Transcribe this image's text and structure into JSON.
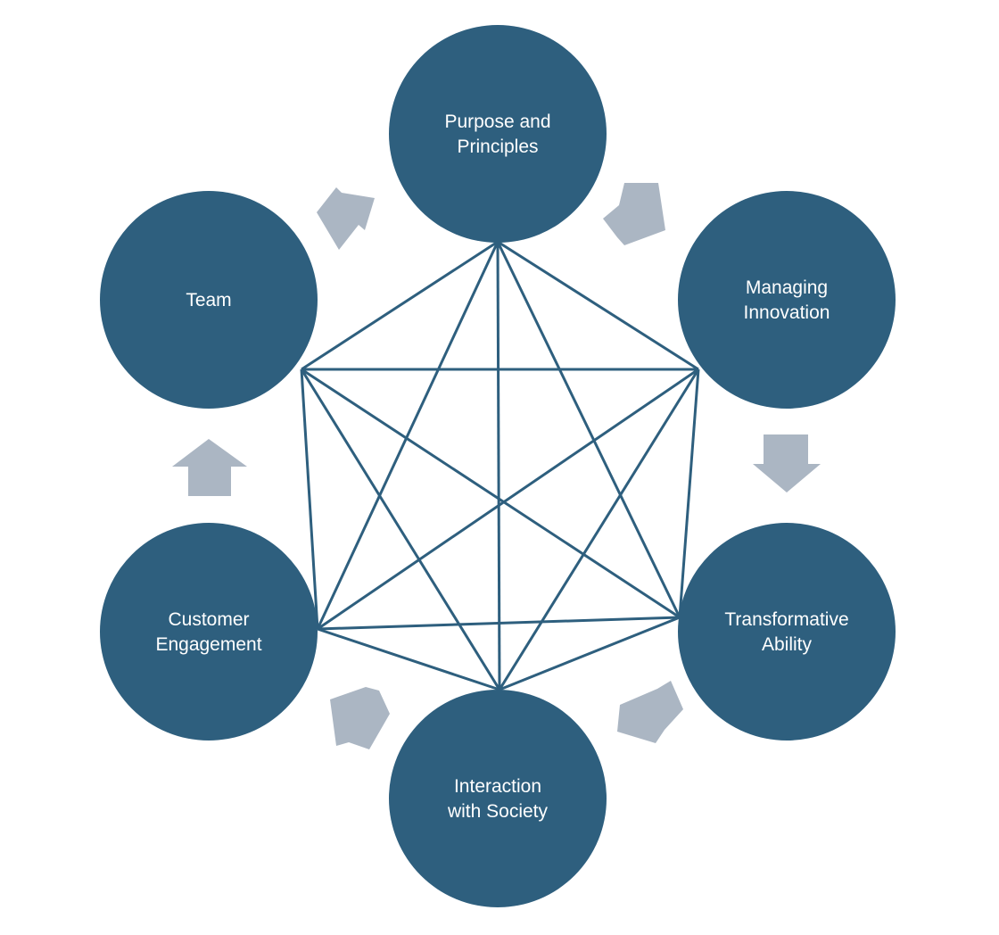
{
  "colors": {
    "node_fill": "#2e5f7e",
    "node_text": "#ffffff",
    "connector": "#2e5f7e",
    "arrow": "#abb6c3",
    "background": "#ffffff"
  },
  "nodes": [
    {
      "id": "purpose",
      "lines": [
        "Purpose and",
        "Principles"
      ]
    },
    {
      "id": "innovation",
      "lines": [
        "Managing",
        "Innovation"
      ]
    },
    {
      "id": "transformative",
      "lines": [
        "Transformative",
        "Ability"
      ]
    },
    {
      "id": "society",
      "lines": [
        "Interaction",
        "with Society"
      ]
    },
    {
      "id": "customer",
      "lines": [
        "Customer",
        "Engagement"
      ]
    },
    {
      "id": "team",
      "lines": [
        "Team"
      ]
    }
  ],
  "cycle_order": [
    "purpose",
    "innovation",
    "transformative",
    "society",
    "customer",
    "team"
  ],
  "fully_connected": true
}
